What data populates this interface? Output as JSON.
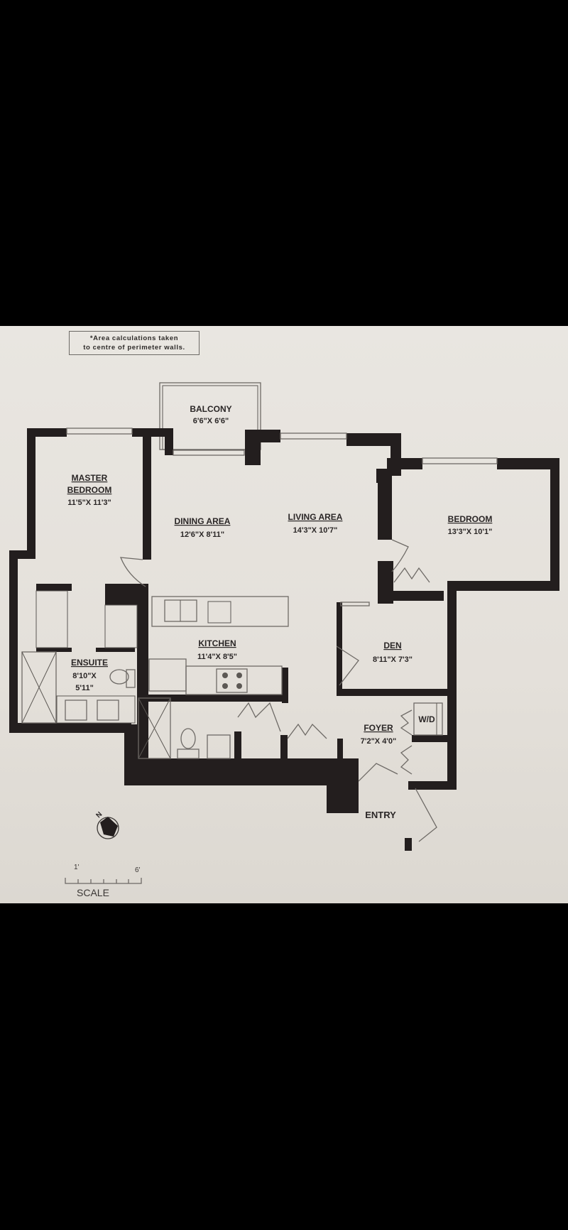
{
  "note": {
    "line1": "*Area calculations taken",
    "line2": "to centre of perimeter walls."
  },
  "rooms": {
    "balcony": {
      "name": "BALCONY",
      "dims": "6'6\"X 6'6\""
    },
    "master_bedroom": {
      "name_line1": "MASTER",
      "name_line2": "BEDROOM",
      "dims": "11'5\"X 11'3\""
    },
    "dining_area": {
      "name": "DINING AREA",
      "dims": "12'6\"X 8'11\""
    },
    "living_area": {
      "name": "LIVING AREA",
      "dims": "14'3\"X 10'7\""
    },
    "bedroom": {
      "name": "BEDROOM",
      "dims": "13'3\"X 10'1\""
    },
    "kitchen": {
      "name": "KITCHEN",
      "dims": "11'4\"X 8'5\""
    },
    "ensuite": {
      "name": "ENSUITE",
      "dims_line1": "8'10\"X",
      "dims_line2": "5'11\""
    },
    "den": {
      "name": "DEN",
      "dims": "8'11\"X 7'3\""
    },
    "foyer": {
      "name": "FOYER",
      "dims": "7'2\"X 4'0\""
    },
    "laundry": {
      "name": "W/D"
    }
  },
  "entry": {
    "label": "ENTRY"
  },
  "compass": {
    "label": "N",
    "icon": "north-arrow-icon"
  },
  "scale": {
    "label": "SCALE",
    "start": "1'",
    "end": "6'",
    "ticks": 7
  },
  "colors": {
    "wall": "#231e1e",
    "paper": "#e6e3de",
    "line": "#6e6a66",
    "background": "#000000"
  }
}
